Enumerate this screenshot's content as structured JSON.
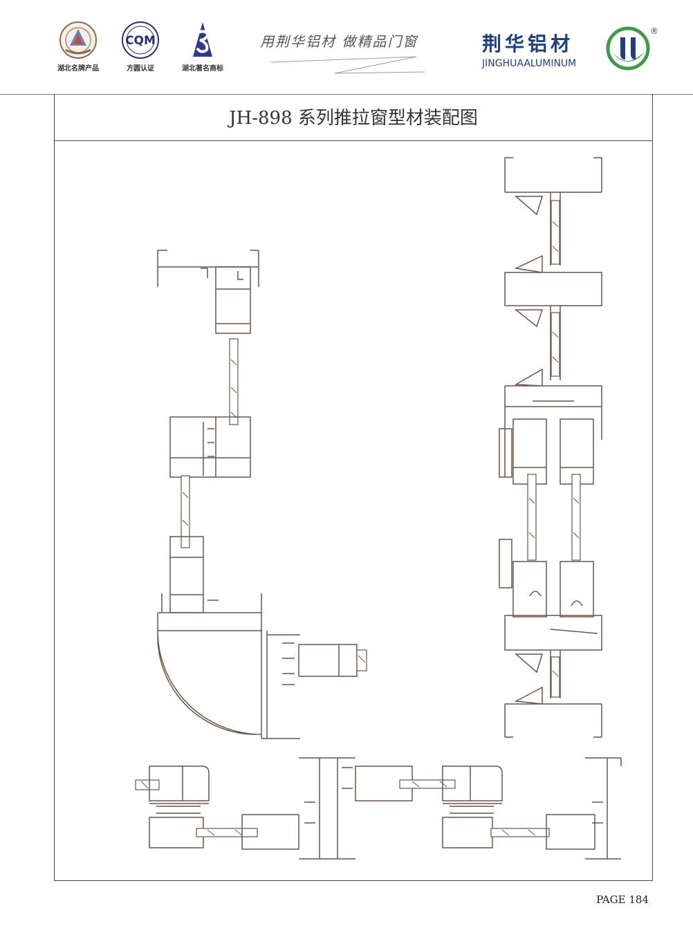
{
  "header": {
    "badges": [
      {
        "id": "famous-product",
        "caption": "湖北名牌产品"
      },
      {
        "id": "cqm",
        "caption": "方圆认证",
        "logo_text": "CQM"
      },
      {
        "id": "famous-trademark",
        "caption": "湖北著名商标"
      }
    ],
    "slogan": "用荆华铝材  做精品门窗",
    "brand": {
      "name_cn": "荆华铝材",
      "name_en": "JINGHUAALUMINUM",
      "registered": "®"
    }
  },
  "title": "JH-898 系列推拉窗型材装配图",
  "footer": {
    "page": "PAGE 184"
  },
  "colors": {
    "line": "#6b5448",
    "brand_blue": "#1f3f7f",
    "brand_green": "#3d9b47",
    "frame": "#444444"
  }
}
